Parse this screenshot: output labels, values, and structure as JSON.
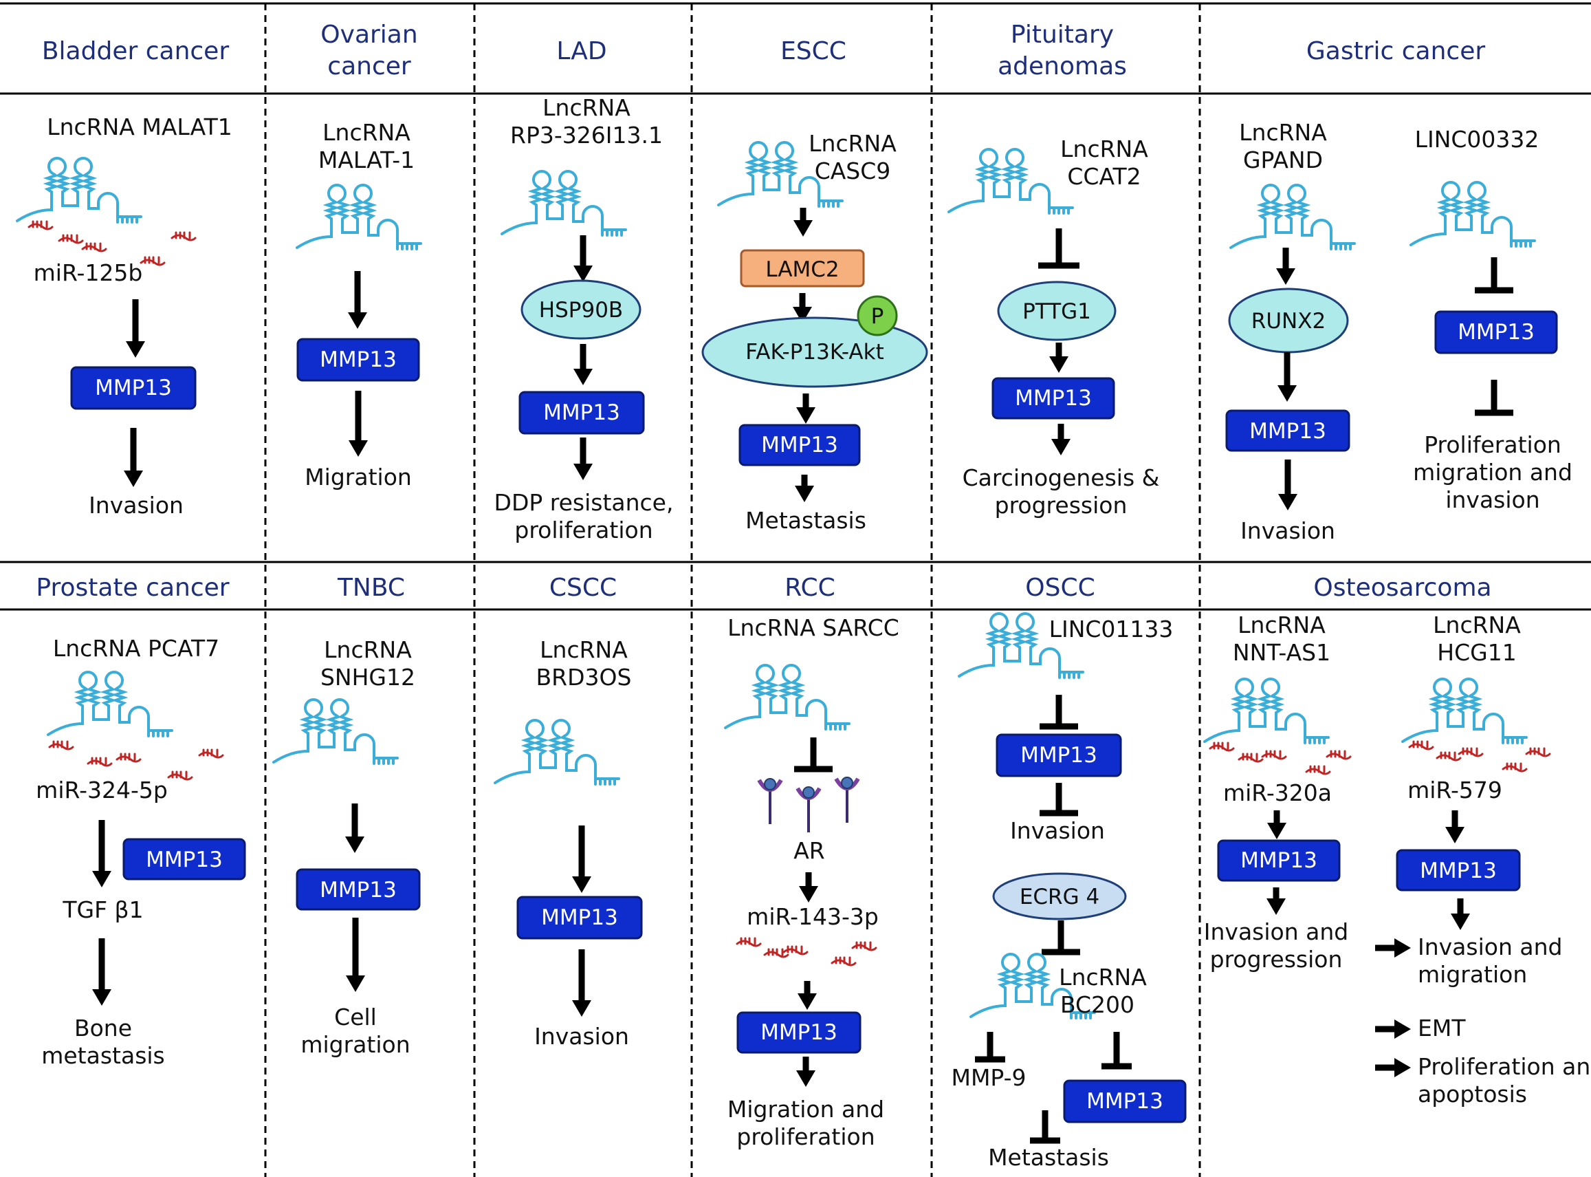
{
  "top_headers": [
    "Bladder cancer",
    "Ovarian cancer",
    "LAD",
    "ESCC",
    "Pituitary adenomas",
    "Gastric cancer"
  ],
  "bottom_headers": [
    "Prostate cancer",
    "TNBC",
    "CSCC",
    "RCC",
    "OSCC",
    "Osteosarcoma"
  ],
  "bladder": {
    "lnc": "LncRNA MALAT1",
    "mir": "miR-125b",
    "box": "MMP13",
    "outcome": "Invasion"
  },
  "ovarian": {
    "lnc": "LncRNA MALAT-1",
    "box": "MMP13",
    "outcome": "Migration"
  },
  "lad": {
    "lnc": "LncRNA RP3-326I13.1",
    "oval": "HSP90B",
    "box": "MMP13",
    "outcome": "DDP resistance, proliferation"
  },
  "escc": {
    "lnc": "LncRNA CASC9",
    "lamc": "LAMC2",
    "p": "P",
    "oval": "FAK-P13K-Akt",
    "box": "MMP13",
    "outcome": "Metastasis"
  },
  "pituitary": {
    "lnc": "LncRNA CCAT2",
    "oval": "PTTG1",
    "box": "MMP13",
    "outcome": "Carcinogenesis & progression"
  },
  "gastric": {
    "lnc1": "LncRNA GPAND",
    "oval": "RUNX2",
    "box1": "MMP13",
    "outcome1": "Invasion",
    "lnc2": "LINC00332",
    "box2": "MMP13",
    "outcome2": "Proliferation migration and invasion"
  },
  "prostate": {
    "lnc": "LncRNA PCAT7",
    "mir": "miR-324-5p",
    "box": "MMP13",
    "tgf": "TGF β1",
    "outcome": "Bone metastasis"
  },
  "tnbc": {
    "lnc": "LncRNA SNHG12",
    "box": "MMP13",
    "outcome": "Cell migration"
  },
  "cscc": {
    "lnc": "LncRNA BRD3OS",
    "box": "MMP13",
    "outcome": "Invasion"
  },
  "rcc": {
    "lnc": "LncRNA SARCC",
    "ar": "AR",
    "mir": "miR-143-3p",
    "box": "MMP13",
    "outcome": "Migration and proliferation"
  },
  "oscc": {
    "lnc": "LINC01133",
    "box1": "MMP13",
    "outcome1": "Invasion",
    "oval": "ECRG 4",
    "lnc2": "LncRNA BC200",
    "mmp9": "MMP-9",
    "box2": "MMP13",
    "outcome2": "Metastasis"
  },
  "osteo": {
    "lnc1": "LncRNA NNT-AS1",
    "mir1": "miR-320a",
    "box1": "MMP13",
    "outcome1": "Invasion and progression",
    "lnc2": "LncRNA HCG11",
    "mir2": "miR-579",
    "box2": "MMP13",
    "outcomes": [
      "Invasion and migration",
      "EMT",
      "Proliferation and apoptosis"
    ]
  },
  "colors": {
    "header_text": "#1d2e7a",
    "mmp_box": "#0f2ccc",
    "oval": "#aeeae9",
    "lamc2": "#f6b07e",
    "rna": "#3aaed8",
    "mirna": "#c02525",
    "phospho": "#7cd04a"
  }
}
